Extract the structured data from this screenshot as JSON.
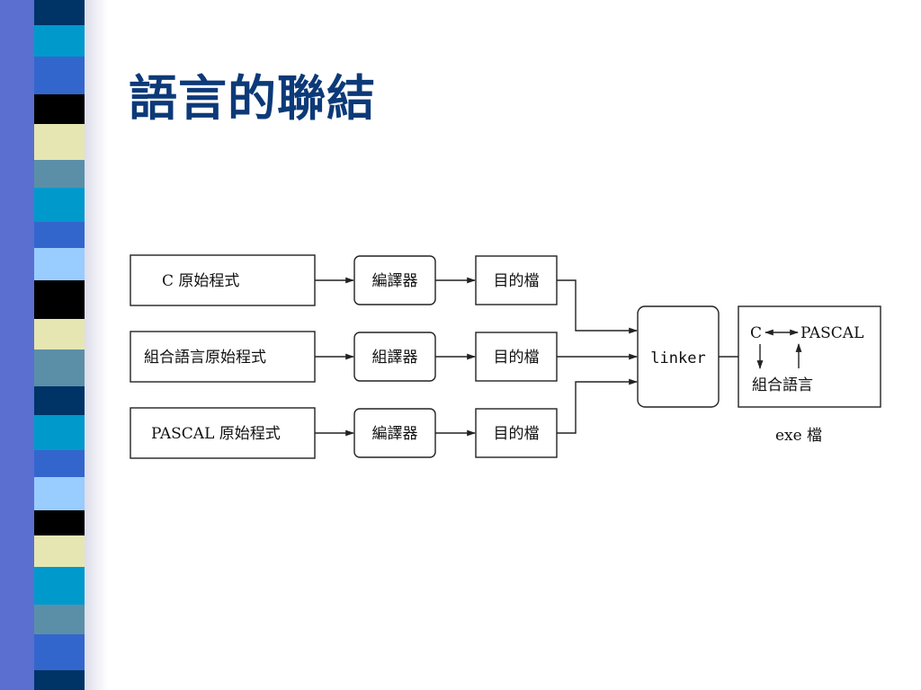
{
  "slide": {
    "title": "語言的聯結"
  },
  "diagram": {
    "sources": [
      "C 原始程式",
      "組合語言原始程式",
      "PASCAL 原始程式"
    ],
    "translators": [
      "編譯器",
      "組譯器",
      "編譯器"
    ],
    "objects": [
      "目的檔",
      "目的檔",
      "目的檔"
    ],
    "linker": "linker",
    "exe_box": {
      "c": "C",
      "pascal": "PASCAL",
      "asm": "組合語言"
    },
    "exe_caption": "exe 檔"
  },
  "colors": {
    "title": "#0c3a78",
    "stripe_palette": [
      "#003366",
      "#3366cc",
      "#000000",
      "#e6e6b3",
      "#5b8fa8",
      "#0099cc",
      "#99ccff"
    ]
  }
}
